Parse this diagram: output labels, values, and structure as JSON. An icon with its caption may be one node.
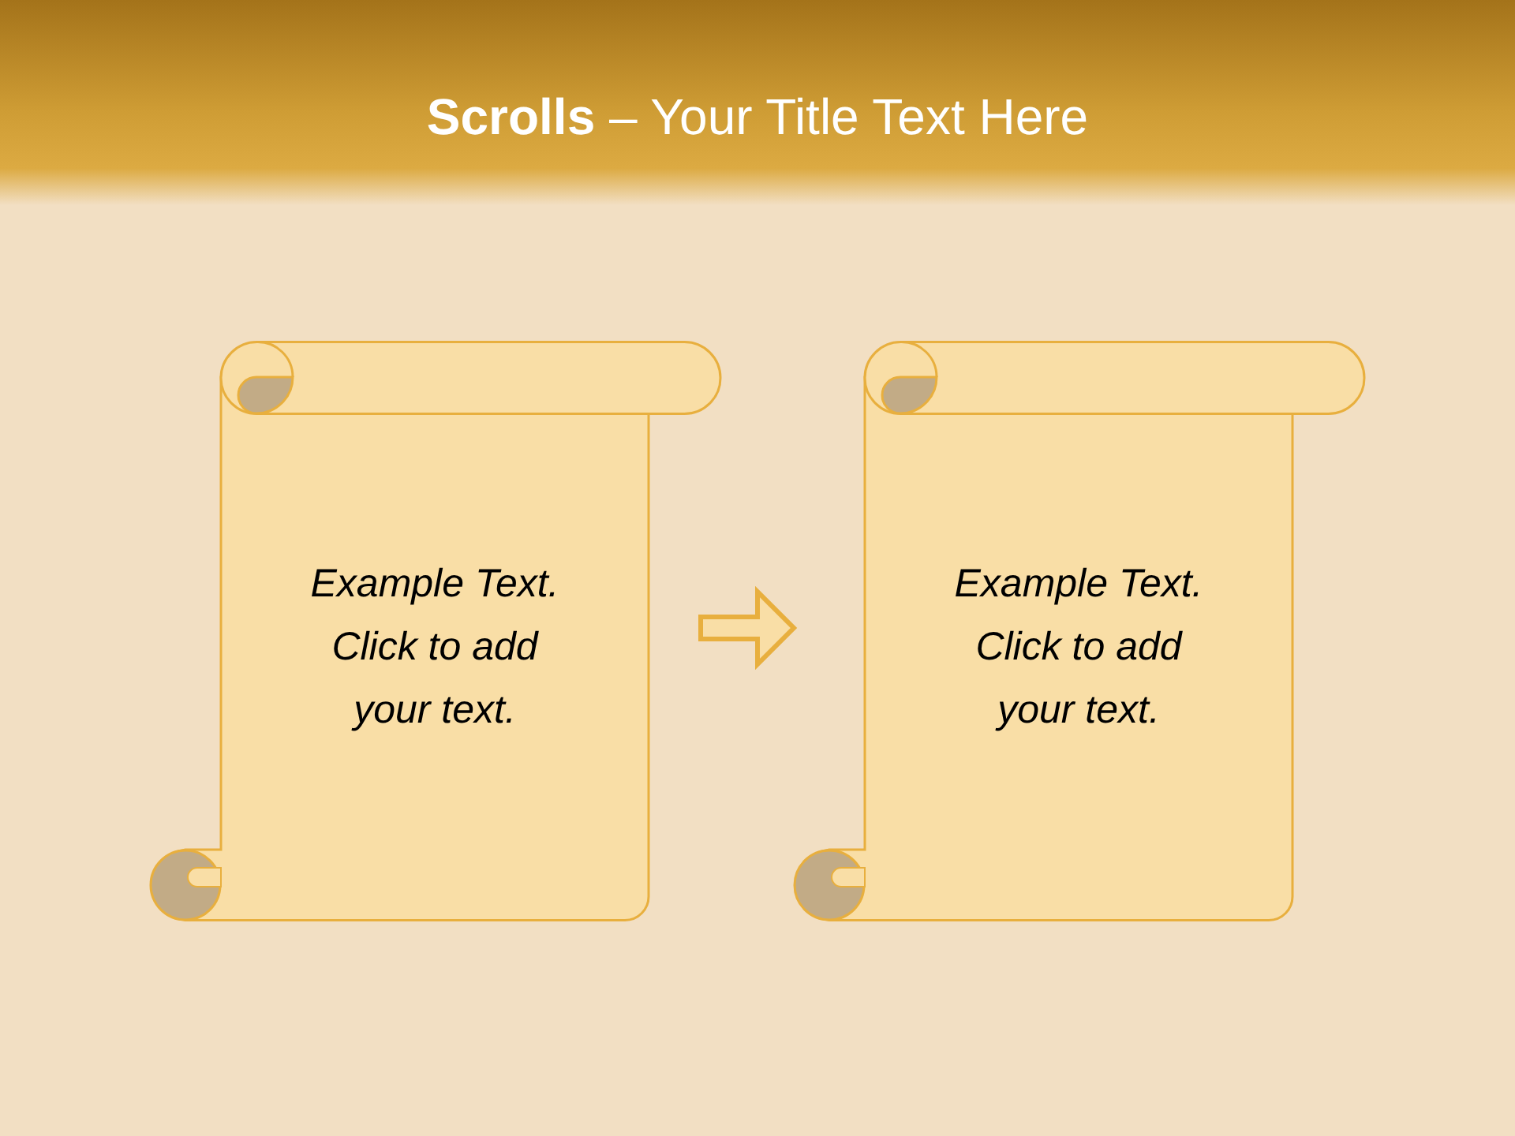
{
  "diagram": {
    "title": "**Scrolls** – Your Title Text Here",
    "nodes": [
      {
        "text": [
          "Example Text. Click to add your text."
        ]
      },
      {
        "text": [
          "Example Text. Click to add your text."
        ]
      }
    ],
    "edges": [
      {
        "from": 0,
        "to": 1,
        "arrow": "to"
      }
    ]
  }
}
